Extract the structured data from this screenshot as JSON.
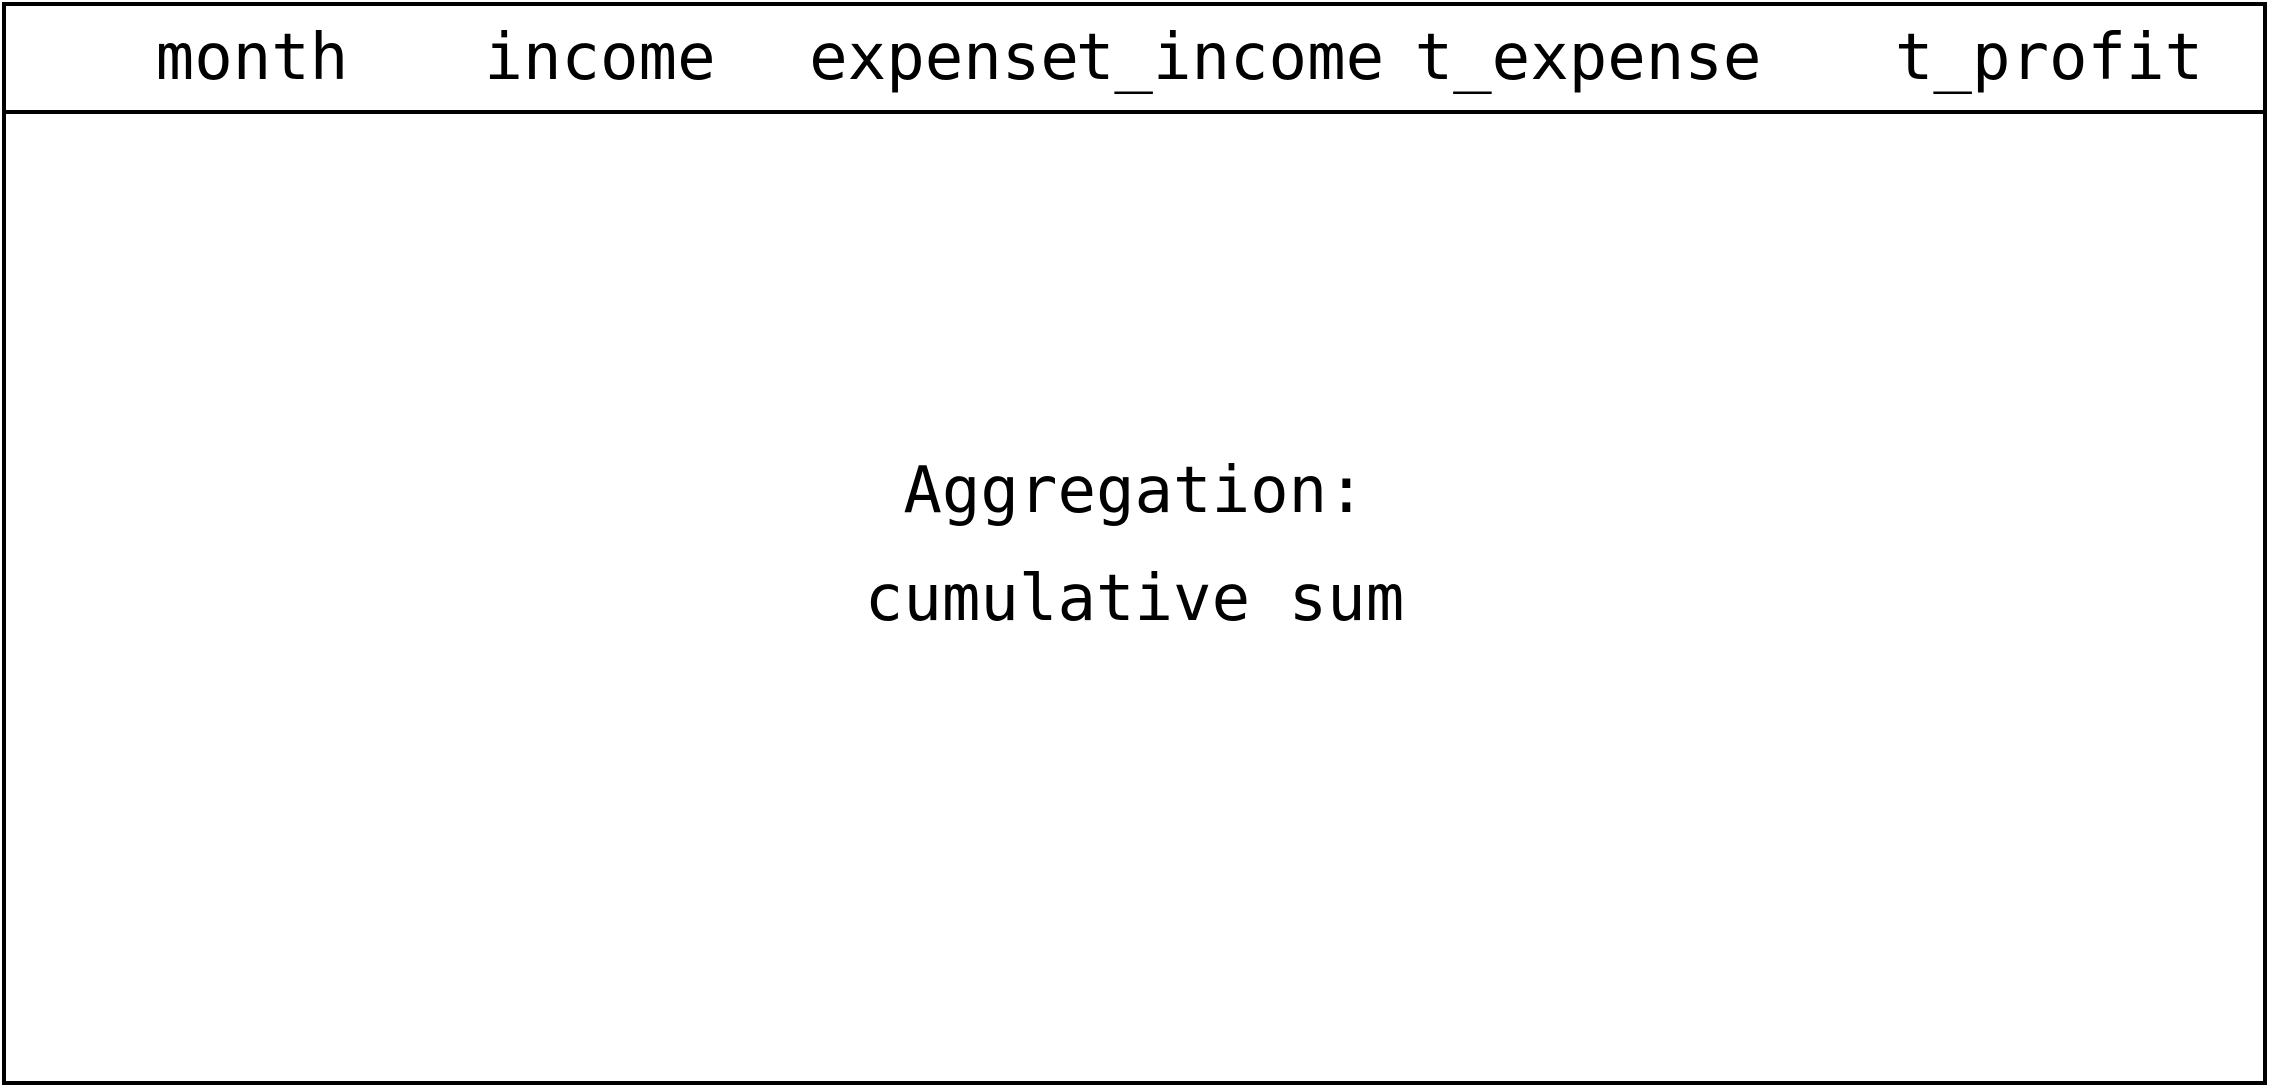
{
  "table": {
    "columns": [
      "month",
      "income",
      "expense",
      "t_income",
      "t_expense",
      "t_profit"
    ]
  },
  "aggregation": {
    "label": "Aggregation:",
    "method": "cumulative sum"
  }
}
